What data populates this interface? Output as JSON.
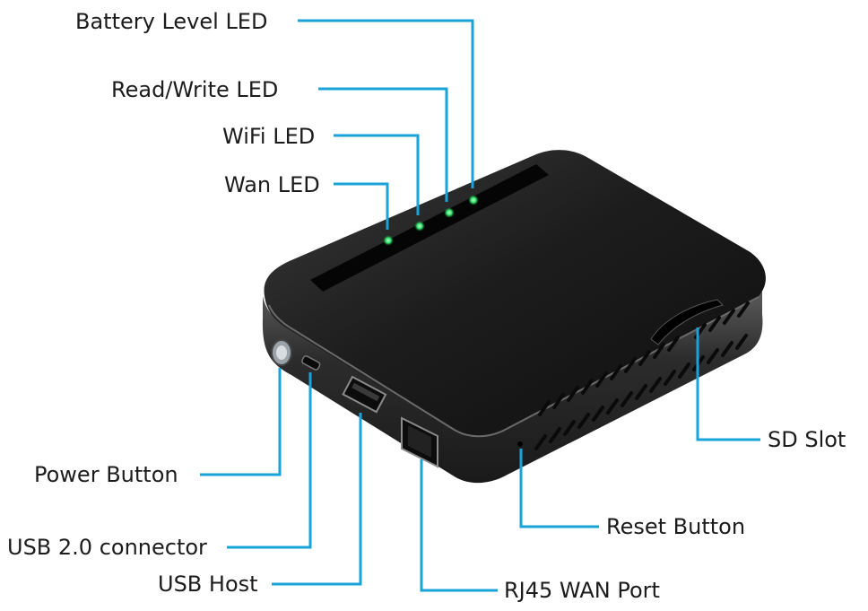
{
  "colors": {
    "leader_line": "#1aa3d9",
    "label_text": "#1c1c1c",
    "device_body": "#1a1a1a",
    "device_side": "#2b2b2b",
    "led_green": "#2fe06a"
  },
  "labels": {
    "battery_level_led": "Battery Level LED",
    "read_write_led": "Read/Write LED",
    "wifi_led": "WiFi LED",
    "wan_led": "Wan LED",
    "sd_slot": "SD Slot",
    "power_button": "Power Button",
    "reset_button": "Reset Button",
    "usb_connector": "USB 2.0 connector",
    "usb_host": "USB Host",
    "rj45_wan_port": "RJ45 WAN Port"
  }
}
